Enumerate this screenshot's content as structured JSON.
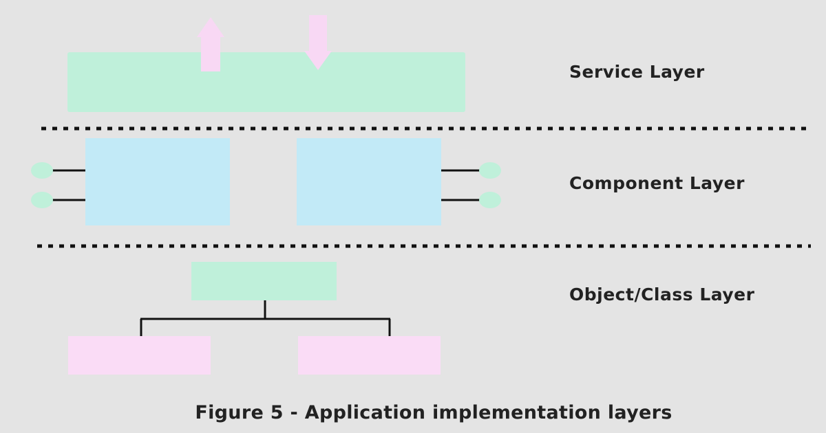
{
  "layers": {
    "service": "Service Layer",
    "component": "Component Layer",
    "object_class": "Object/Class Layer"
  },
  "caption": "Figure 5 - Application implementation layers",
  "colors": {
    "background": "#e4e4e4",
    "mint": "#bff0da",
    "sky": "#c2eaf7",
    "pink": "#fadcf6",
    "arrow_pink": "#f8d8f4",
    "line": "#111111",
    "text": "#222222"
  }
}
